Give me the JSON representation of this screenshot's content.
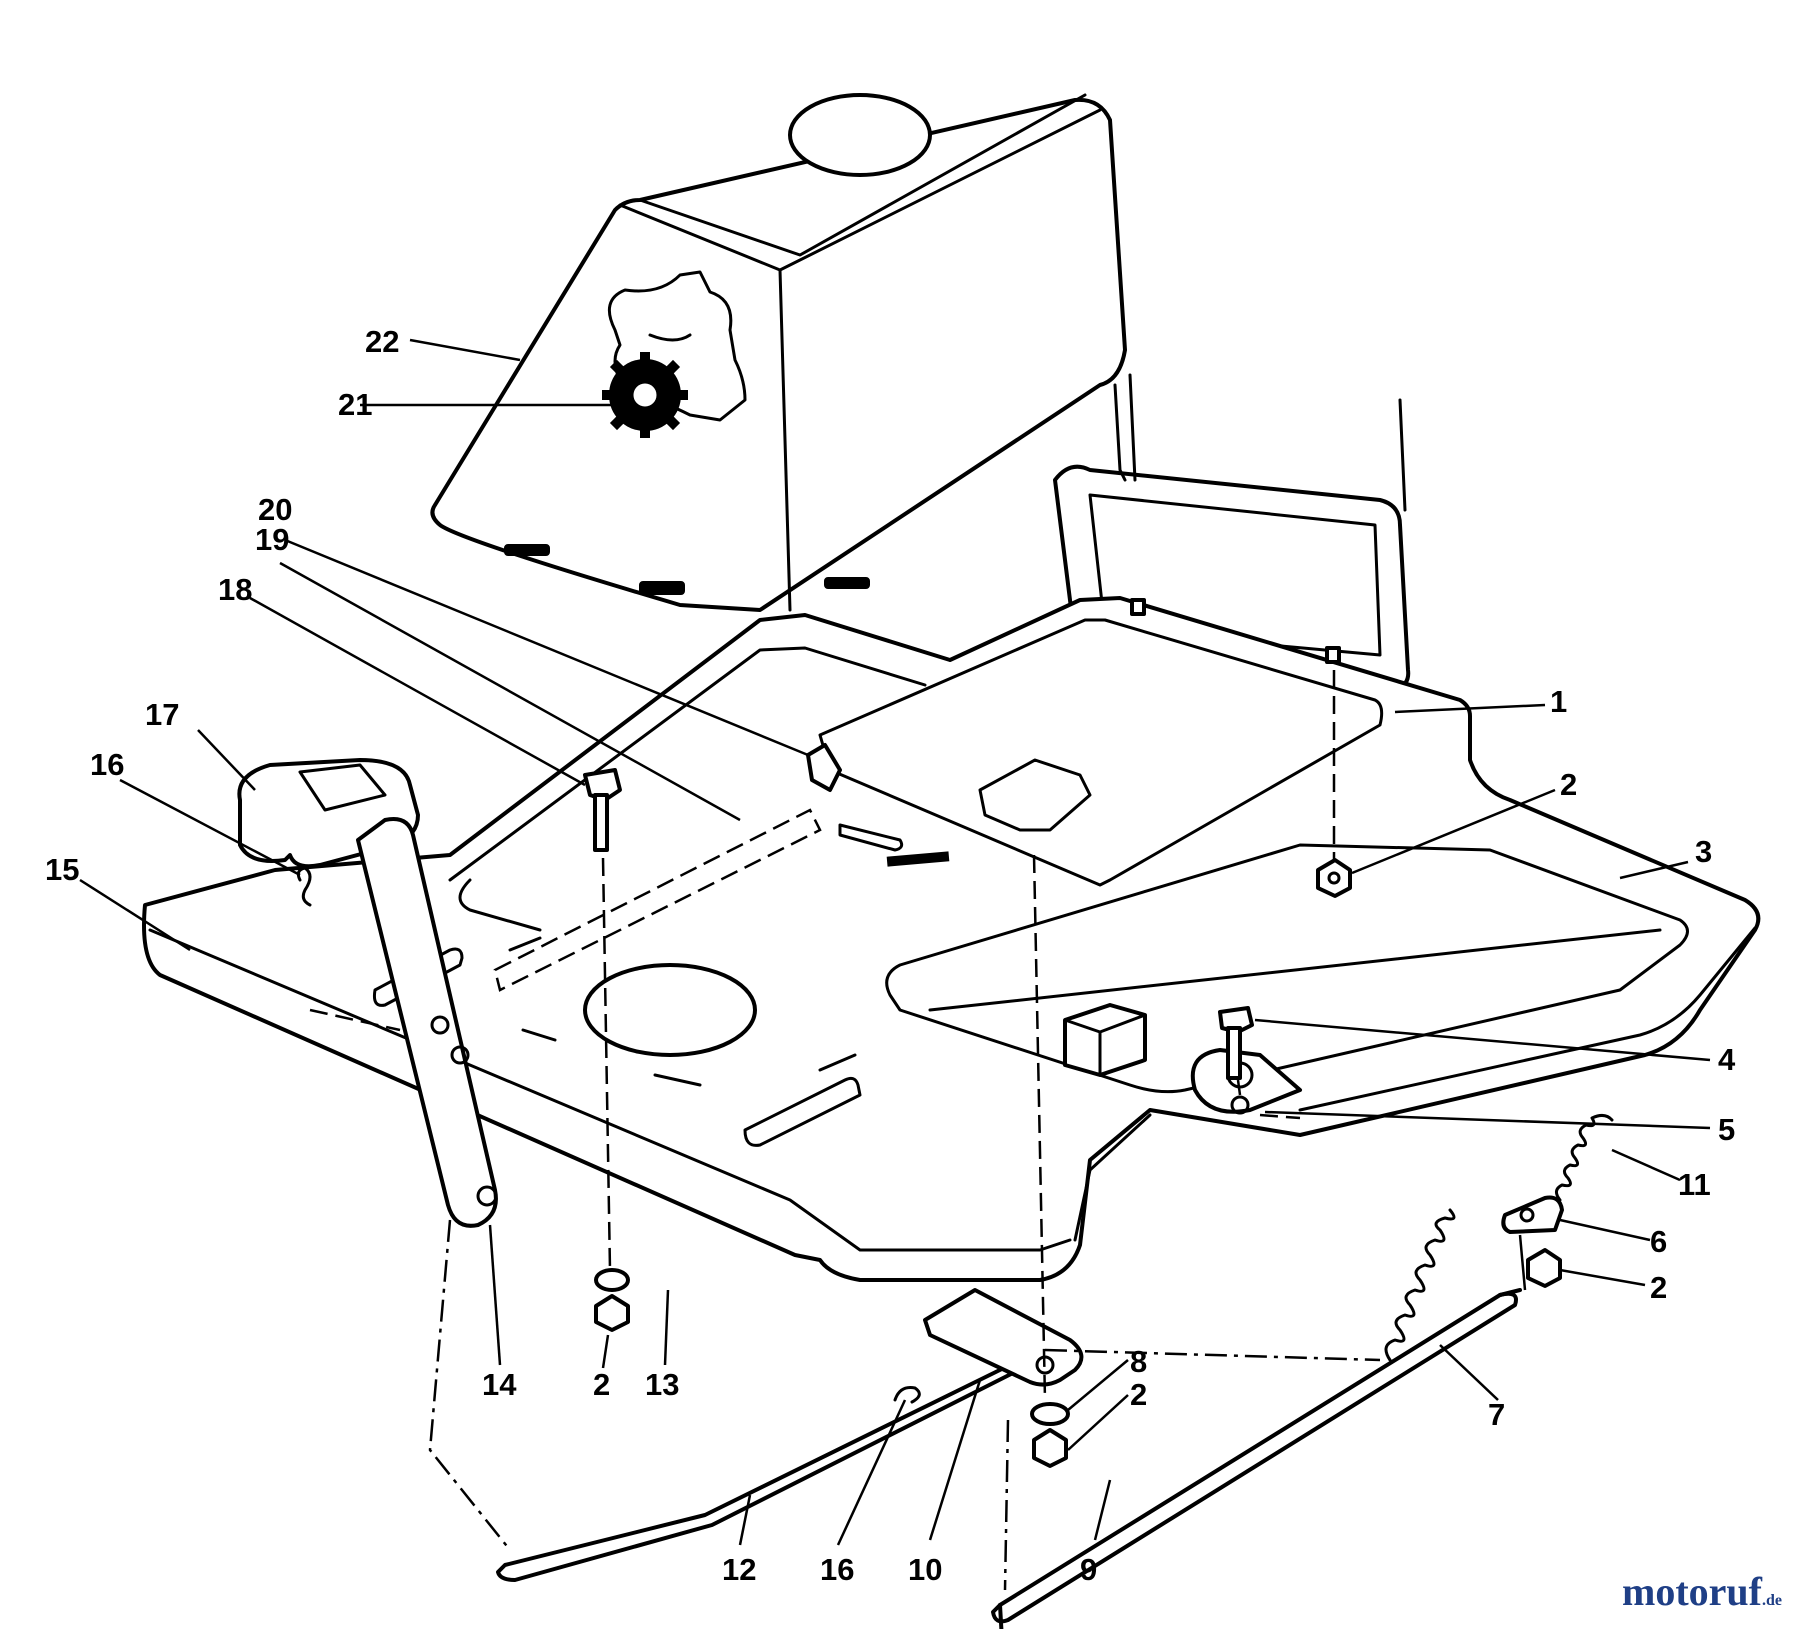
{
  "watermark": {
    "text": "motoruf",
    "suffix": ".de"
  },
  "callouts": {
    "c1": "1",
    "c2a": "2",
    "c2b": "2",
    "c2c": "2",
    "c2d": "2",
    "c3": "3",
    "c4": "4",
    "c5": "5",
    "c6": "6",
    "c7": "7",
    "c8": "8",
    "c9": "9",
    "c10": "10",
    "c11": "11",
    "c12": "12",
    "c13": "13",
    "c14": "14",
    "c15": "15",
    "c16a": "16",
    "c16b": "16",
    "c17": "17",
    "c18": "18",
    "c19": "19",
    "c20": "20",
    "c21": "21",
    "c22": "22"
  }
}
